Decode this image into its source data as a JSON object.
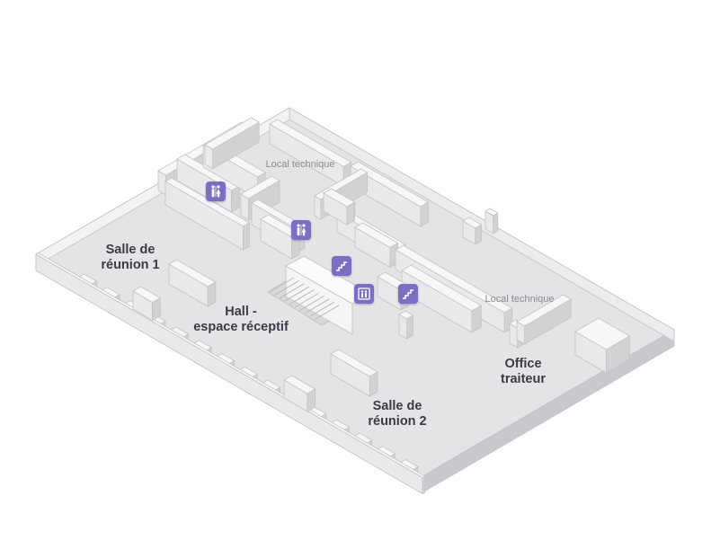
{
  "rooms": {
    "salle1": {
      "line1": "Salle de",
      "line2": "réunion 1"
    },
    "hall": {
      "line1": "Hall -",
      "line2": "espace réceptif"
    },
    "salle2": {
      "line1": "Salle de",
      "line2": "réunion 2"
    },
    "office": {
      "line1": "Office",
      "line2": "traiteur"
    },
    "local_nord": "Local technique",
    "local_est": "Local technique"
  },
  "poi_icons": [
    {
      "name": "toilets-icon-1",
      "type": "toilets"
    },
    {
      "name": "toilets-icon-2",
      "type": "toilets"
    },
    {
      "name": "stairs-icon-1",
      "type": "stairs"
    },
    {
      "name": "elevator-icon",
      "type": "elevator"
    },
    {
      "name": "stairs-icon-2",
      "type": "stairs"
    }
  ],
  "colors": {
    "floor": "#e4e4e6",
    "wall_top": "#f7f7f8",
    "wall_side": "#d2d2d5",
    "outline": "#c3c3c7",
    "poi_fill": "#7b6fc4",
    "text_dark": "#3a3b45",
    "text_light": "#8b8c92"
  }
}
